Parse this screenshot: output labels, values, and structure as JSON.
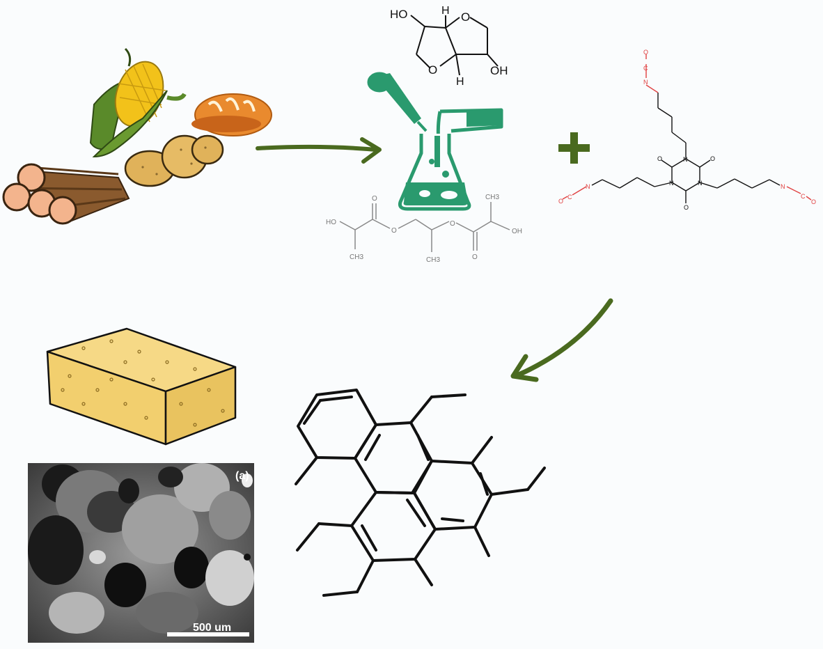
{
  "isosorbide": {
    "atoms": {
      "ho_left": "HO",
      "h_top": "H",
      "o_ring_top": "O",
      "o_ring_bottom": "O",
      "h_bottom": "H",
      "oh_right": "OH"
    }
  },
  "lactate_ester": {
    "atoms": {
      "ho": "HO",
      "ch3_left": "CH3",
      "o_carbonyl_left": "O",
      "o_ester_left": "O",
      "ch3_mid": "CH3",
      "o_ester_right": "O",
      "o_carbonyl_right": "O",
      "ch3_right": "CH3",
      "oh": "OH"
    }
  },
  "isocyanurate": {
    "atoms": {
      "ring_n_top": "N",
      "ring_n_left": "N",
      "ring_n_right": "N",
      "ring_o_tl": "O",
      "ring_o_tr": "O",
      "ring_o_bottom": "O",
      "nco_top_o": "O",
      "nco_top_c": "C",
      "nco_top_n": "N",
      "nco_left_o": "O",
      "nco_left_c": "C",
      "nco_left_n": "N",
      "nco_right_n": "N",
      "nco_right_c": "C",
      "nco_right_o": "O"
    }
  },
  "sem": {
    "panel_label": "(a)",
    "scale_bar_label": "500 um"
  },
  "colors": {
    "arrow_green": "#4a6a1f",
    "lab_green": "#2a9a6e",
    "isocyanate_red": "#e04040",
    "bond_gray": "#888888",
    "sponge_yellow": "#f2cf6e",
    "wood_brown": "#8a5a2e",
    "corn_yellow": "#f2c21a",
    "corn_leaf": "#5a8a2a",
    "bread_orange": "#e98a2e",
    "potato": "#e0b25a"
  }
}
